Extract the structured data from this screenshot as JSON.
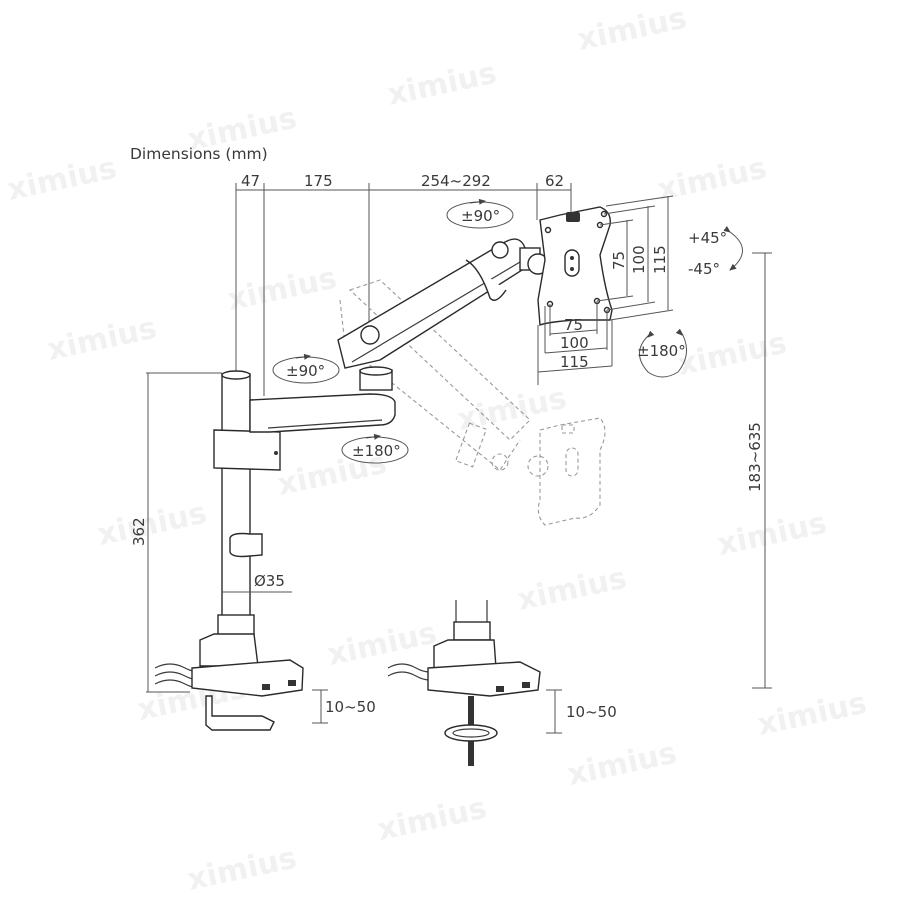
{
  "title": "Dimensions (mm)",
  "watermark": "ximius",
  "dimensions": {
    "top": {
      "pole_offset": "47",
      "lower_arm": "175",
      "upper_arm": "254~292",
      "tilt_head": "62"
    },
    "vesa_vertical": [
      "75",
      "100",
      "115"
    ],
    "vesa_horizontal": [
      "75",
      "100",
      "115"
    ],
    "pole_height": "362",
    "pole_diameter": "Ø35",
    "height_range": "183~635",
    "clamp_thickness": "10~50",
    "grommet_thickness": "10~50"
  },
  "rotations": {
    "upper_arm_swivel": "±90°",
    "lower_arm_swivel": "±90°",
    "base_swivel": "±180°",
    "tilt_up": "+45°",
    "tilt_down": "-45°",
    "rotate": "±180°"
  }
}
